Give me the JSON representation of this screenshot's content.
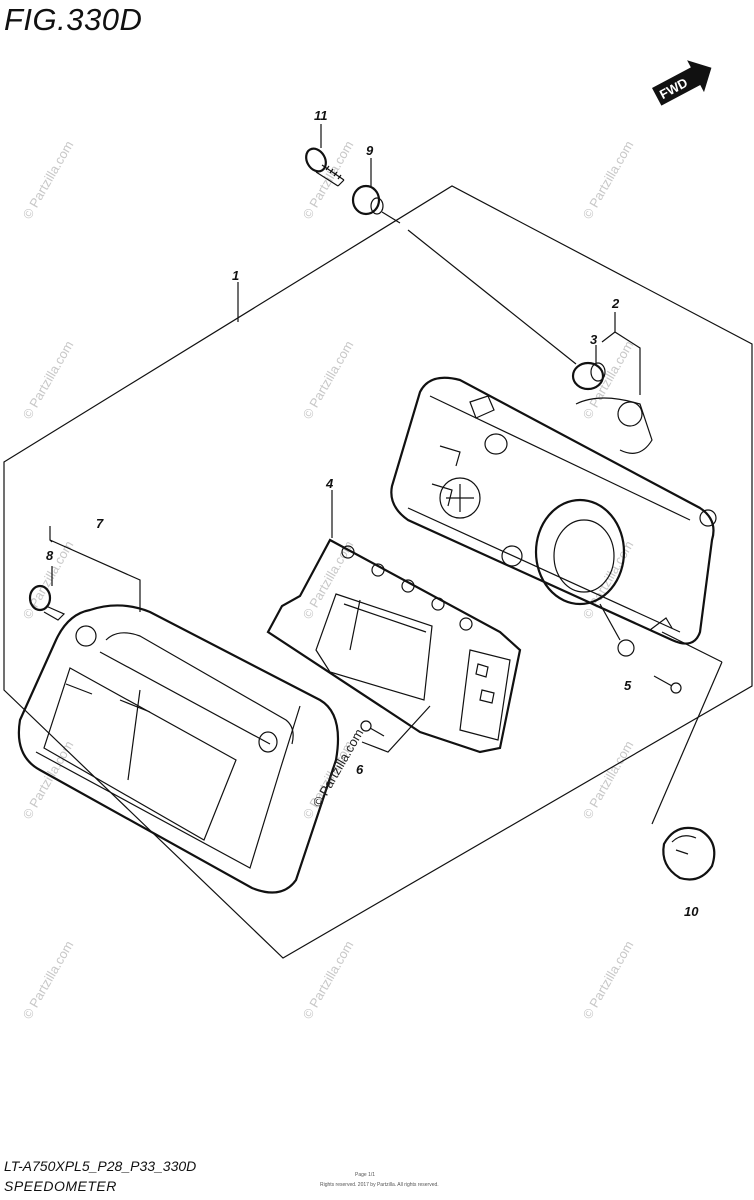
{
  "figure": {
    "title": "FIG.330D",
    "model_code": "LT-A750XPL5_P28_P33_330D",
    "caption": "SPEEDOMETER",
    "fine_print_1": "Page 1/1",
    "fine_print_2": "Rights reserved. 2017 by Partzilla. All rights reserved."
  },
  "direction_badge": {
    "label": "FWD"
  },
  "watermark": {
    "text": "© Partzilla.com"
  },
  "parts": [
    {
      "number": "1"
    },
    {
      "number": "2"
    },
    {
      "number": "3"
    },
    {
      "number": "4"
    },
    {
      "number": "5"
    },
    {
      "number": "6"
    },
    {
      "number": "7"
    },
    {
      "number": "8"
    },
    {
      "number": "9"
    },
    {
      "number": "10"
    },
    {
      "number": "11"
    }
  ]
}
